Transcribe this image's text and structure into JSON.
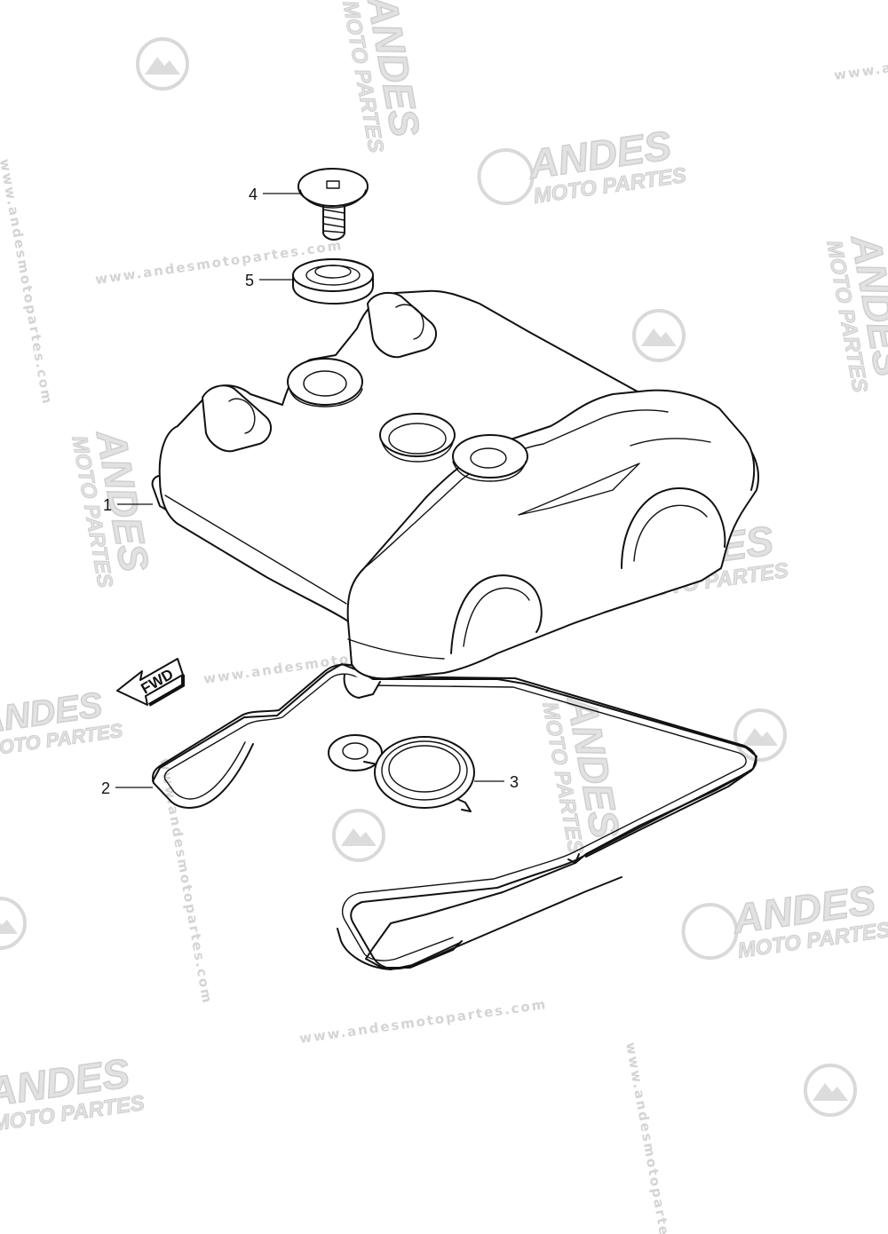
{
  "watermark": {
    "url_text": "www.andesmotopartes.com",
    "brand_main": "ANDES",
    "brand_sub": "MOTO PARTES"
  },
  "direction_arrow": {
    "label": "FWD"
  },
  "callouts": [
    {
      "number": "1",
      "part": "cylinder-head-cover"
    },
    {
      "number": "2",
      "part": "cover-gasket"
    },
    {
      "number": "3",
      "part": "plug-hole-gasket"
    },
    {
      "number": "4",
      "part": "cover-bolt"
    },
    {
      "number": "5",
      "part": "bolt-seal-washer"
    }
  ]
}
